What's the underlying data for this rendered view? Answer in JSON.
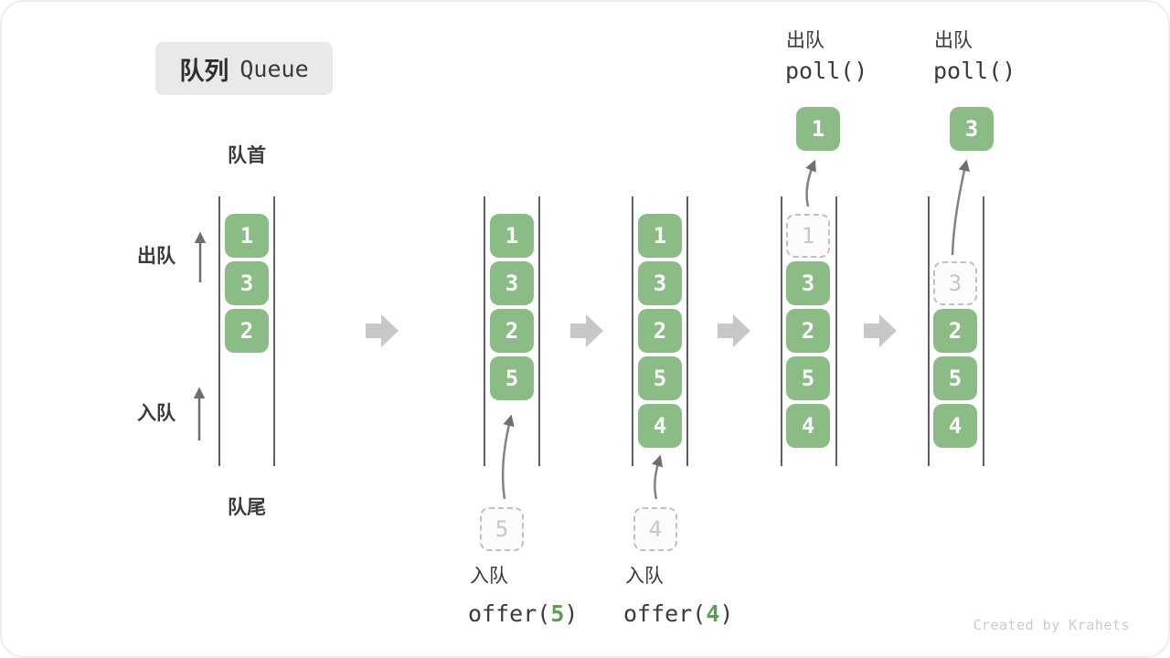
{
  "title": {
    "zh": "队列",
    "en": "Queue"
  },
  "side_labels": {
    "front": "队首",
    "rear": "队尾",
    "dequeue": "出队",
    "enqueue": "入队"
  },
  "colors": {
    "box_green": "#8CBC86",
    "code_arg_green": "#5BA052",
    "dashed_gray": "#C0C0C0",
    "wall_gray": "#606060",
    "block_arrow_gray": "#C7C7C7",
    "text_dark": "#3A3A3A",
    "watermark_gray": "#CBCBCB"
  },
  "states": [
    {
      "slots": [
        "1",
        "3",
        "2"
      ]
    },
    {
      "slots": [
        "1",
        "3",
        "2",
        "5"
      ],
      "incoming_value": "5",
      "caption": {
        "action": "入队",
        "code_open": "offer(",
        "code_arg": "5",
        "code_close": ")"
      }
    },
    {
      "slots": [
        "1",
        "3",
        "2",
        "5",
        "4"
      ],
      "incoming_value": "4",
      "caption": {
        "action": "入队",
        "code_open": "offer(",
        "code_arg": "4",
        "code_close": ")"
      }
    },
    {
      "removed_value": "1",
      "slots": [
        "3",
        "2",
        "5",
        "4"
      ],
      "polled_value": "1",
      "caption": {
        "action": "出队",
        "code": "poll()"
      }
    },
    {
      "removed_value": "3",
      "slots": [
        "2",
        "5",
        "4"
      ],
      "polled_value": "3",
      "caption": {
        "action": "出队",
        "code": "poll()"
      }
    }
  ],
  "watermark": "Created by Krahets"
}
